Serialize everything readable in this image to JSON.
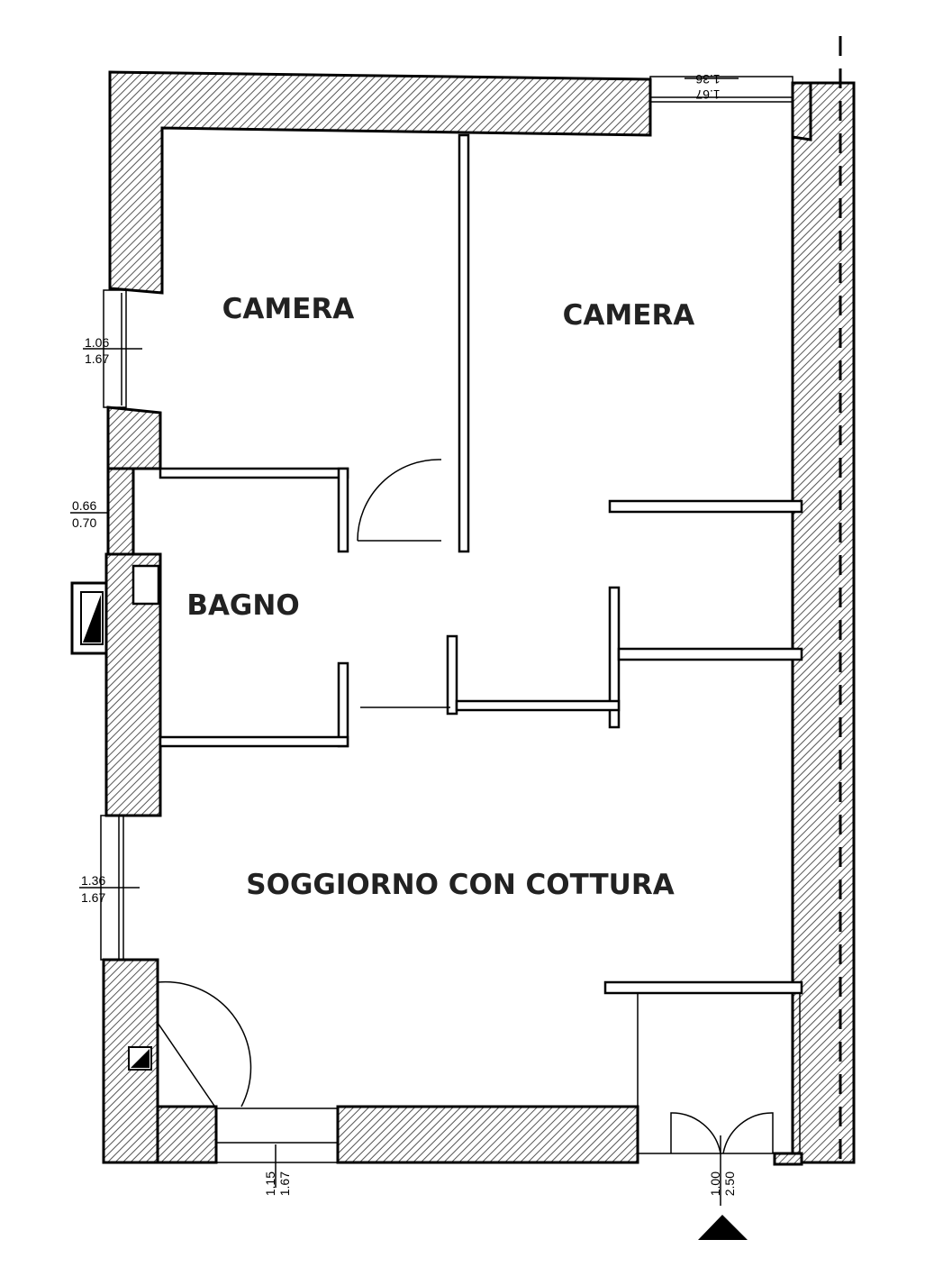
{
  "rooms": {
    "camera_left": "CAMERA",
    "camera_right": "CAMERA",
    "bagno": "BAGNO",
    "soggiorno": "SOGGIORNO CON COTTURA"
  },
  "dimensions": {
    "top_window": {
      "top": "1.36",
      "bottom": "1.67"
    },
    "left_window_upper": {
      "top": "1.06",
      "bottom": "1.67"
    },
    "left_window_bagno": {
      "top": "0.66",
      "bottom": "0.70"
    },
    "left_window_lower": {
      "top": "1.36",
      "bottom": "1.67"
    },
    "bottom_window": {
      "top": "1.15",
      "bottom": "1.67"
    },
    "entrance_door": {
      "top": "1.00",
      "bottom": "2.50"
    }
  }
}
